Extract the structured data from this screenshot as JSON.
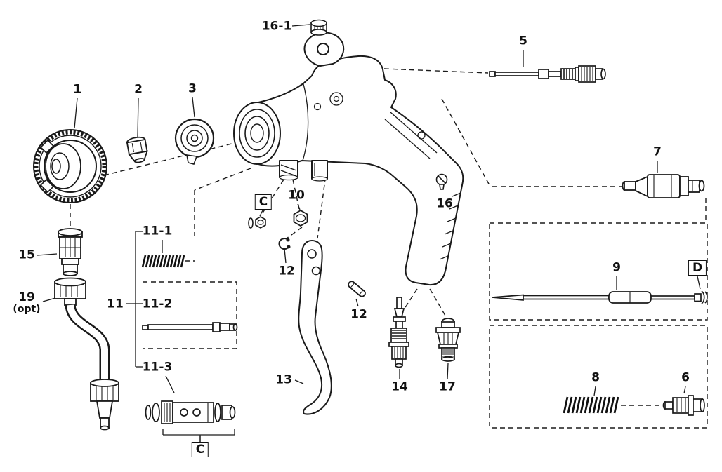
{
  "canvas": {
    "background": "#ffffff",
    "line_color": "#1a1a1a",
    "description": "Exploded parts diagram of a paint spray gun"
  },
  "labels": {
    "part1": "1",
    "part2": "2",
    "part3": "3",
    "part5": "5",
    "part6": "6",
    "part7": "7",
    "part8": "8",
    "part9": "9",
    "part10": "10",
    "part11": "11",
    "part11_1": "11-1",
    "part11_2": "11-2",
    "part11_3": "11-3",
    "part12a": "12",
    "part12b": "12",
    "part13": "13",
    "part14": "14",
    "part15": "15",
    "part16": "16",
    "part16_1": "16-1",
    "part17": "17",
    "part19": "19",
    "part19_sub": "(opt)",
    "boxC_top": "C",
    "boxC_bottom": "C",
    "boxD": "D"
  }
}
